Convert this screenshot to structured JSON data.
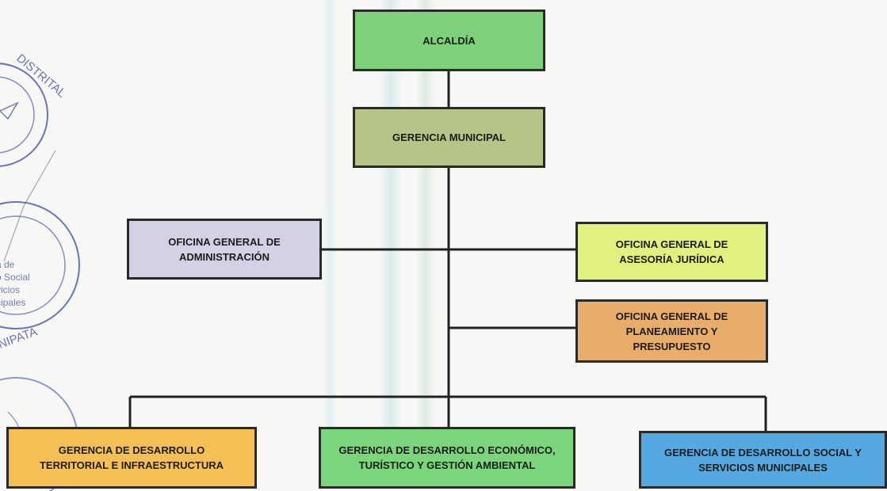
{
  "org_chart": {
    "nodes": {
      "alcaldia": {
        "label": "ALCALDÍA",
        "color": "#7fd07a"
      },
      "gerencia_municipal": {
        "label": "GERENCIA MUNICIPAL",
        "color": "#b5c487"
      },
      "oficina_administracion": {
        "label": "OFICINA GENERAL DE\nADMINISTRACIÓN",
        "color": "#d2d2e4"
      },
      "oficina_asesoria_juridica": {
        "label": "OFICINA GENERAL DE\nASESORÍA JURÍDICA",
        "color": "#e2f07e"
      },
      "oficina_planeamiento": {
        "label": "OFICINA GENERAL DE\nPLANEAMIENTO Y\nPRESUPUESTO",
        "color": "#e8ad6a"
      },
      "gerencia_territorial": {
        "label": "GERENCIA DE DESARROLLO\nTERRITORIAL E INFRAESTRUCTURA",
        "color": "#f4bf55"
      },
      "gerencia_economico": {
        "label": "GERENCIA DE DESARROLLO ECONÓMICO,\nTURÍSTICO Y GESTIÓN AMBIENTAL",
        "color": "#7bd57a"
      },
      "gerencia_social": {
        "label": "GERENCIA DE DESARROLLO SOCIAL Y\nSERVICIOS MUNICIPALES",
        "color": "#55a8e0"
      }
    }
  },
  "stamps": {
    "stamp_top": {
      "text": "DISTRITAL",
      "color": "#3d45a8"
    },
    "stamp_middle": {
      "text": "DISTRITAL · de · o Social · vicios · cipales · NIPATA",
      "color": "#3d45a8"
    },
    "stamp_bottom": {
      "text": "",
      "color": "#3d45a8"
    }
  }
}
